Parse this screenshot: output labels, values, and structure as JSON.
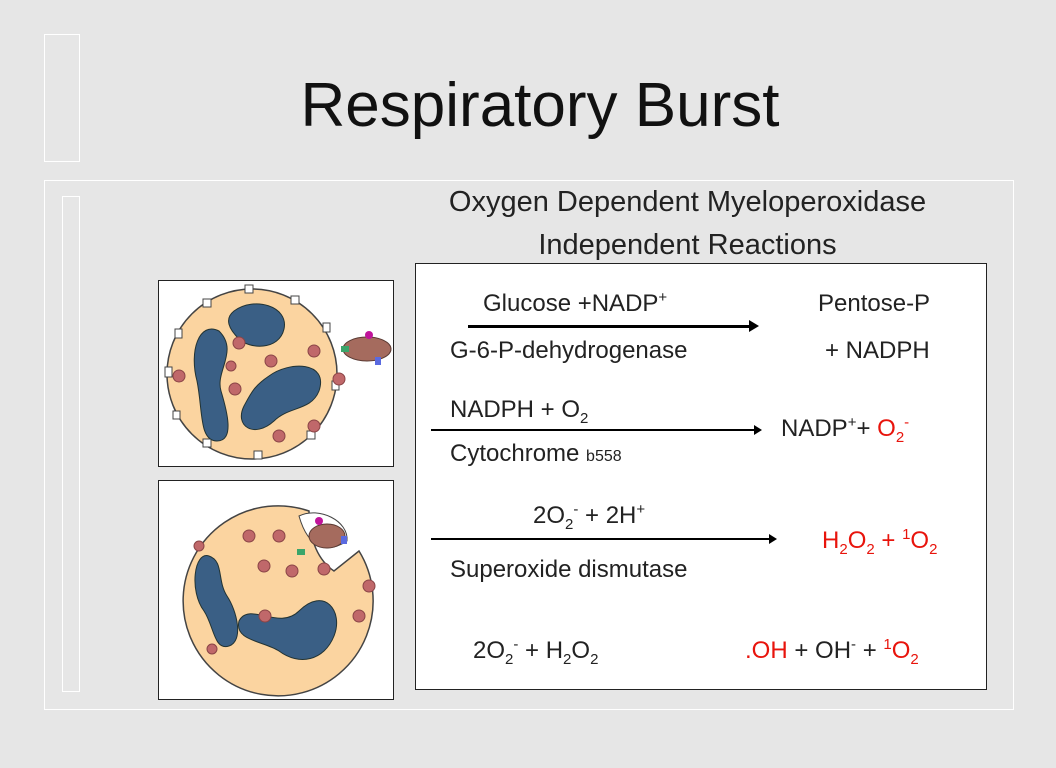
{
  "title": "Respiratory Burst",
  "subtitle": {
    "line1": "Oxygen Dependent Myeloperoxidase",
    "line2": "Independent Reactions"
  },
  "reactions": {
    "r1": {
      "left_a": "Glucose +NADP",
      "left_a_sup": "+",
      "right_a": "Pentose-P",
      "enzyme": "G-6-P-dehydrogenase",
      "right_b": "+ NADPH"
    },
    "r2": {
      "left_a": "NADPH + O",
      "left_a_sub": "2",
      "enzyme": "Cytochrome",
      "enzyme_sub": "b558",
      "product_a": "NADP",
      "product_a_sup": "+",
      "product_plus": "+",
      "product_b": "O",
      "product_b_sub": "2",
      "product_b_sup": "-"
    },
    "r3": {
      "reactant_a": "2O",
      "reactant_a_sub": "2",
      "reactant_a_sup": "-",
      "reactant_b": " + 2H",
      "reactant_b_sup": "+",
      "enzyme": "Superoxide dismutase",
      "product": "H",
      "product_sub1": "2",
      "product_mid": "O",
      "product_sub2": "2",
      "product_plus": " + ",
      "product_sup3": "1",
      "product_end": "O",
      "product_sub4": "2"
    },
    "r4": {
      "reactant_a": "2O",
      "reactant_a_sub": "2",
      "reactant_a_sup": "-",
      "reactant_b": " + H",
      "reactant_b_sub": "2",
      "reactant_c": "O",
      "reactant_c_sub": "2",
      "product_a": ".OH",
      "product_b": " + OH",
      "product_b_sup": "-",
      "product_c": " + ",
      "product_c_sup": "1",
      "product_d": "O",
      "product_d_sub": "2"
    }
  },
  "colors": {
    "highlight": "#e8140c",
    "cytoplasm": "#fbd4a0",
    "nucleus": "#3a5f85",
    "granule": "#c0686a",
    "bacterium": "#a56b5e"
  },
  "icons": {
    "top_cell": "phagocyte-binding-bacterium-icon",
    "bottom_cell": "phagocyte-engulfing-bacterium-icon"
  }
}
